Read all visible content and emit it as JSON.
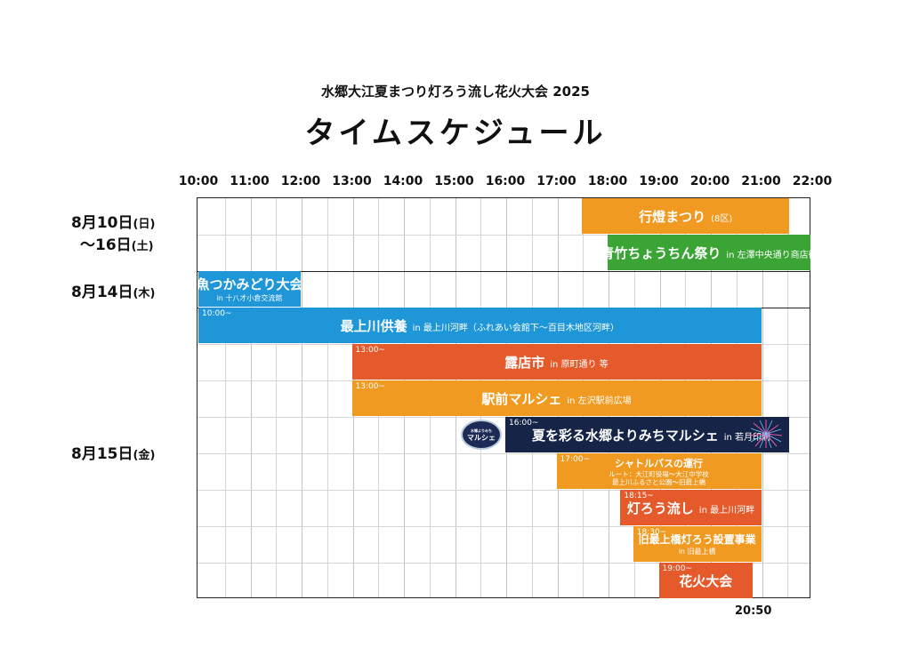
{
  "header": {
    "subtitle": "水郷大江夏まつり灯ろう流し花火大会 2025",
    "title": "タイムスケジュール"
  },
  "chart_data": {
    "type": "timeline",
    "time_axis": [
      "10:00",
      "11:00",
      "12:00",
      "13:00",
      "14:00",
      "15:00",
      "16:00",
      "17:00",
      "18:00",
      "19:00",
      "20:00",
      "21:00",
      "22:00"
    ],
    "end_time_label": "20:50",
    "dates": [
      {
        "line1": "8月10日",
        "wd1": "(日)",
        "line2": "～16日",
        "wd2": "(土)"
      },
      {
        "line1": "8月14日",
        "wd1": "(木)"
      },
      {
        "line1": "8月15日",
        "wd1": "(金)"
      }
    ],
    "events": [
      {
        "name": "行燈まつり",
        "venue": "(8区)",
        "start": 17.5,
        "end": 21.55,
        "row": 0,
        "color": "#f09a21"
      },
      {
        "name": "青竹ちょうちん祭り",
        "venue": "in 左澤中央通り商店街",
        "start": 18.0,
        "end": 22.0,
        "row": 1,
        "color": "#3aa534"
      },
      {
        "name": "魚つかみどり大会",
        "sub": "in 十八才小倉交流館",
        "start": 10.0,
        "end": 12.0,
        "row": 2,
        "color": "#1e96d8"
      },
      {
        "name": "最上川供養",
        "venue": "in 最上川河畔（ふれあい会館下～百目木地区河畔）",
        "time": "10:00~",
        "start": 10.0,
        "end": 21.0,
        "row": 3,
        "color": "#1e96d8"
      },
      {
        "name": "露店市",
        "venue": "in 原町通り 等",
        "time": "13:00~",
        "start": 13.0,
        "end": 21.0,
        "row": 4,
        "color": "#e55a2b"
      },
      {
        "name": "駅前マルシェ",
        "venue": "in 左沢駅前広場",
        "time": "13:00~",
        "start": 13.0,
        "end": 21.0,
        "row": 5,
        "color": "#f09a21"
      },
      {
        "name": "夏を彩る水郷よりみちマルシェ",
        "venue": "in 若月印刷",
        "time": "16:00~",
        "start": 16.0,
        "end": 21.55,
        "row": 6,
        "color": "#162447"
      },
      {
        "name": "シャトルバスの運行",
        "sub": "ルート：大江町役場～大江中学校",
        "sub_b": "最上川ふるさと公園～旧最上橋",
        "time": "17:00~",
        "start": 17.0,
        "end": 21.0,
        "row": 7,
        "color": "#f09a21"
      },
      {
        "name": "灯ろう流し",
        "venue": "in 最上川河畔",
        "time": "18:15~",
        "start": 18.25,
        "end": 21.0,
        "row": 8,
        "color": "#e55a2b"
      },
      {
        "name": "旧最上橋灯ろう設置事業",
        "sub": "in 旧最上橋",
        "time": "18:30~",
        "start": 18.5,
        "end": 21.0,
        "row": 9,
        "color": "#f09a21"
      },
      {
        "name": "花火大会",
        "time": "19:00~",
        "start": 19.0,
        "end": 20.833,
        "row": 10,
        "color": "#e55a2b"
      }
    ]
  },
  "logo": {
    "tiny": "水郷よりみち",
    "text": "マルシェ"
  }
}
